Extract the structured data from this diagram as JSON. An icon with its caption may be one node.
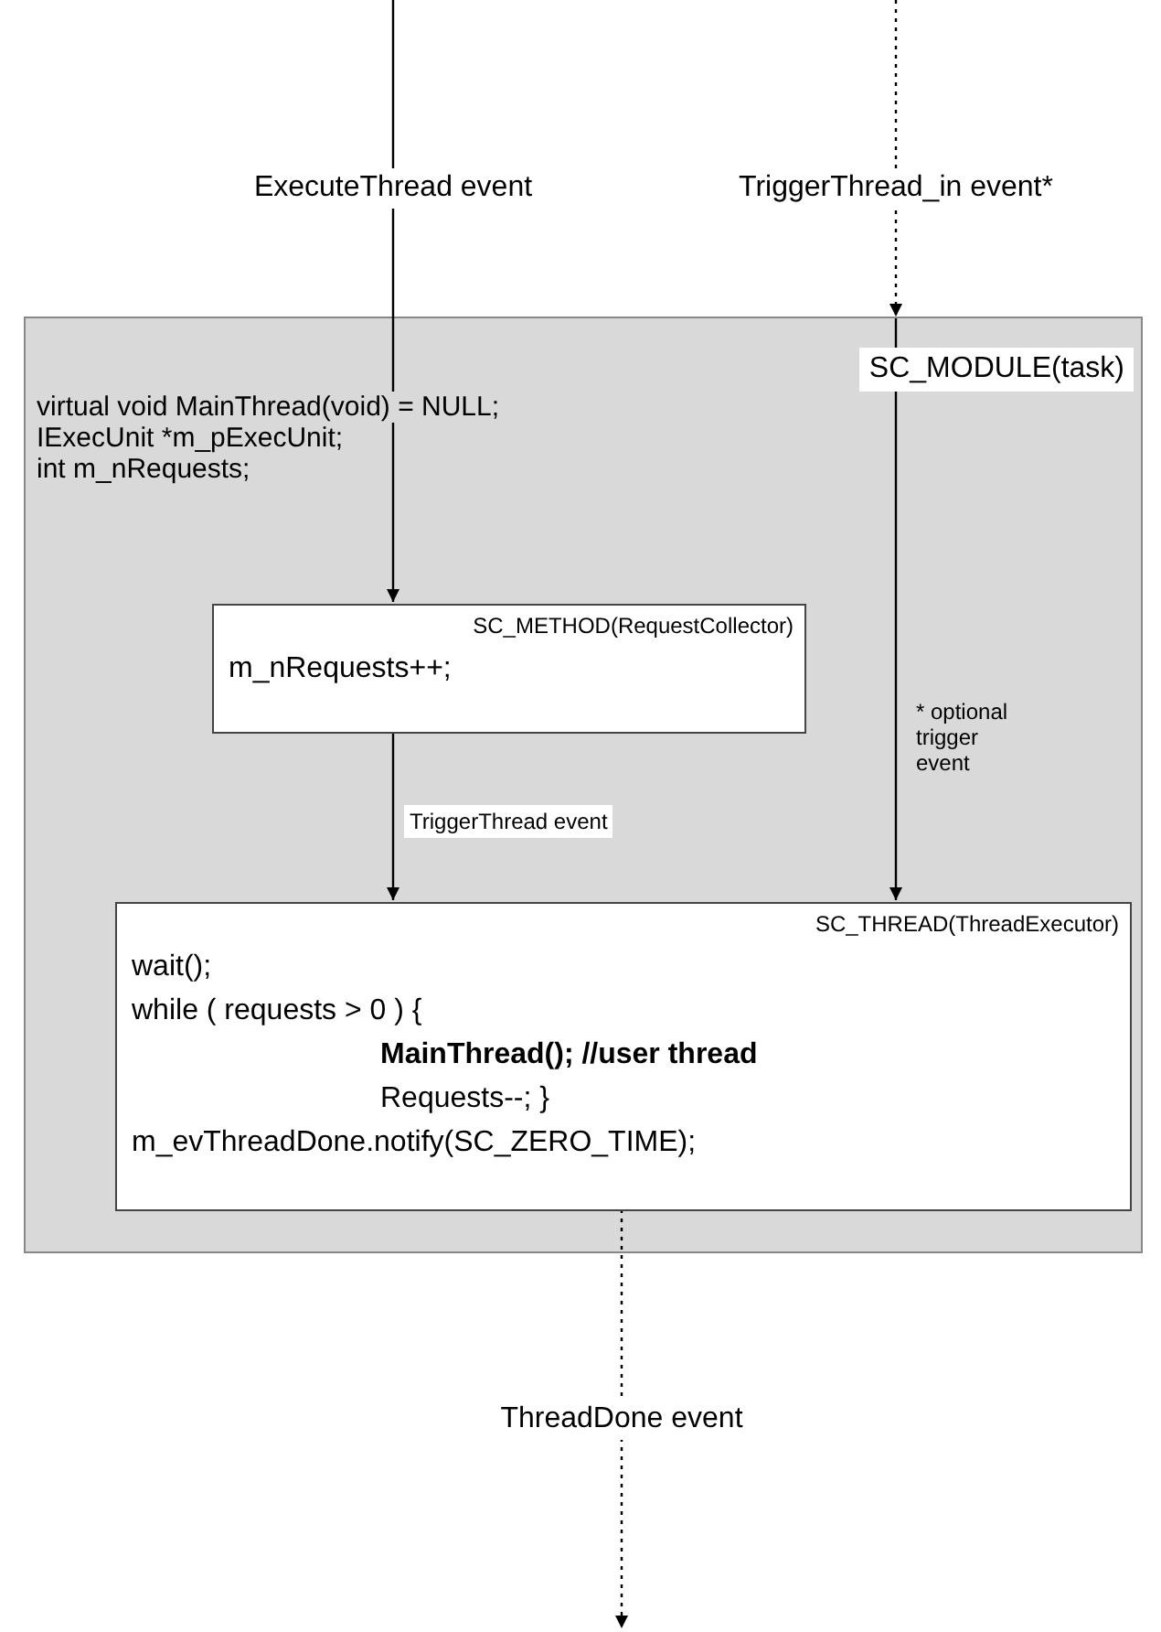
{
  "diagram": {
    "nodes": [
      {
        "text": [
          "SC_MODULE(task)",
          "virtual void MainThread(void) = NULL;",
          "IExecUnit *m_pExecUnit;",
          "int m_nRequests;"
        ]
      },
      {
        "text": [
          "SC_METHOD(RequestCollector)",
          "m_nRequests++;"
        ],
        "in": 0
      },
      {
        "text": [
          "SC_THREAD(ThreadExecutor)",
          "wait();",
          "while ( requests > 0 ) {",
          "**MainThread(); //user thread**",
          "Requests--; }",
          "m_evThreadDone.notify(SC_ZERO_TIME);"
        ],
        "in": 0
      }
    ],
    "edges": [
      {
        "from": null,
        "to": 1,
        "arrow": "to",
        "label": "ExecuteThread event"
      },
      {
        "from": null,
        "to": 0,
        "arrow": "to",
        "style": "dashed",
        "label": "TriggerThread_in event*"
      },
      {
        "from": 0,
        "to": 2,
        "arrow": "to",
        "label": "* optional trigger event"
      },
      {
        "from": 1,
        "to": 2,
        "arrow": "to",
        "label": "TriggerThread event"
      },
      {
        "from": 2,
        "to": null,
        "arrow": "to",
        "style": "dashed",
        "label": "ThreadDone event"
      }
    ]
  }
}
